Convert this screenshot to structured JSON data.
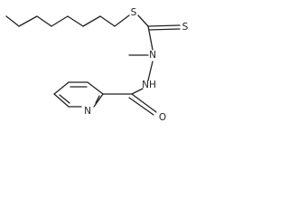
{
  "structure": {
    "atoms": {
      "thioether_sulfur": "S",
      "thione_sulfur": "S",
      "hydrazine_n_methyl": "N",
      "hydrazine_nh": "NH",
      "pyridine_nitrogen": "N",
      "carbonyl_oxygen": "O"
    }
  }
}
